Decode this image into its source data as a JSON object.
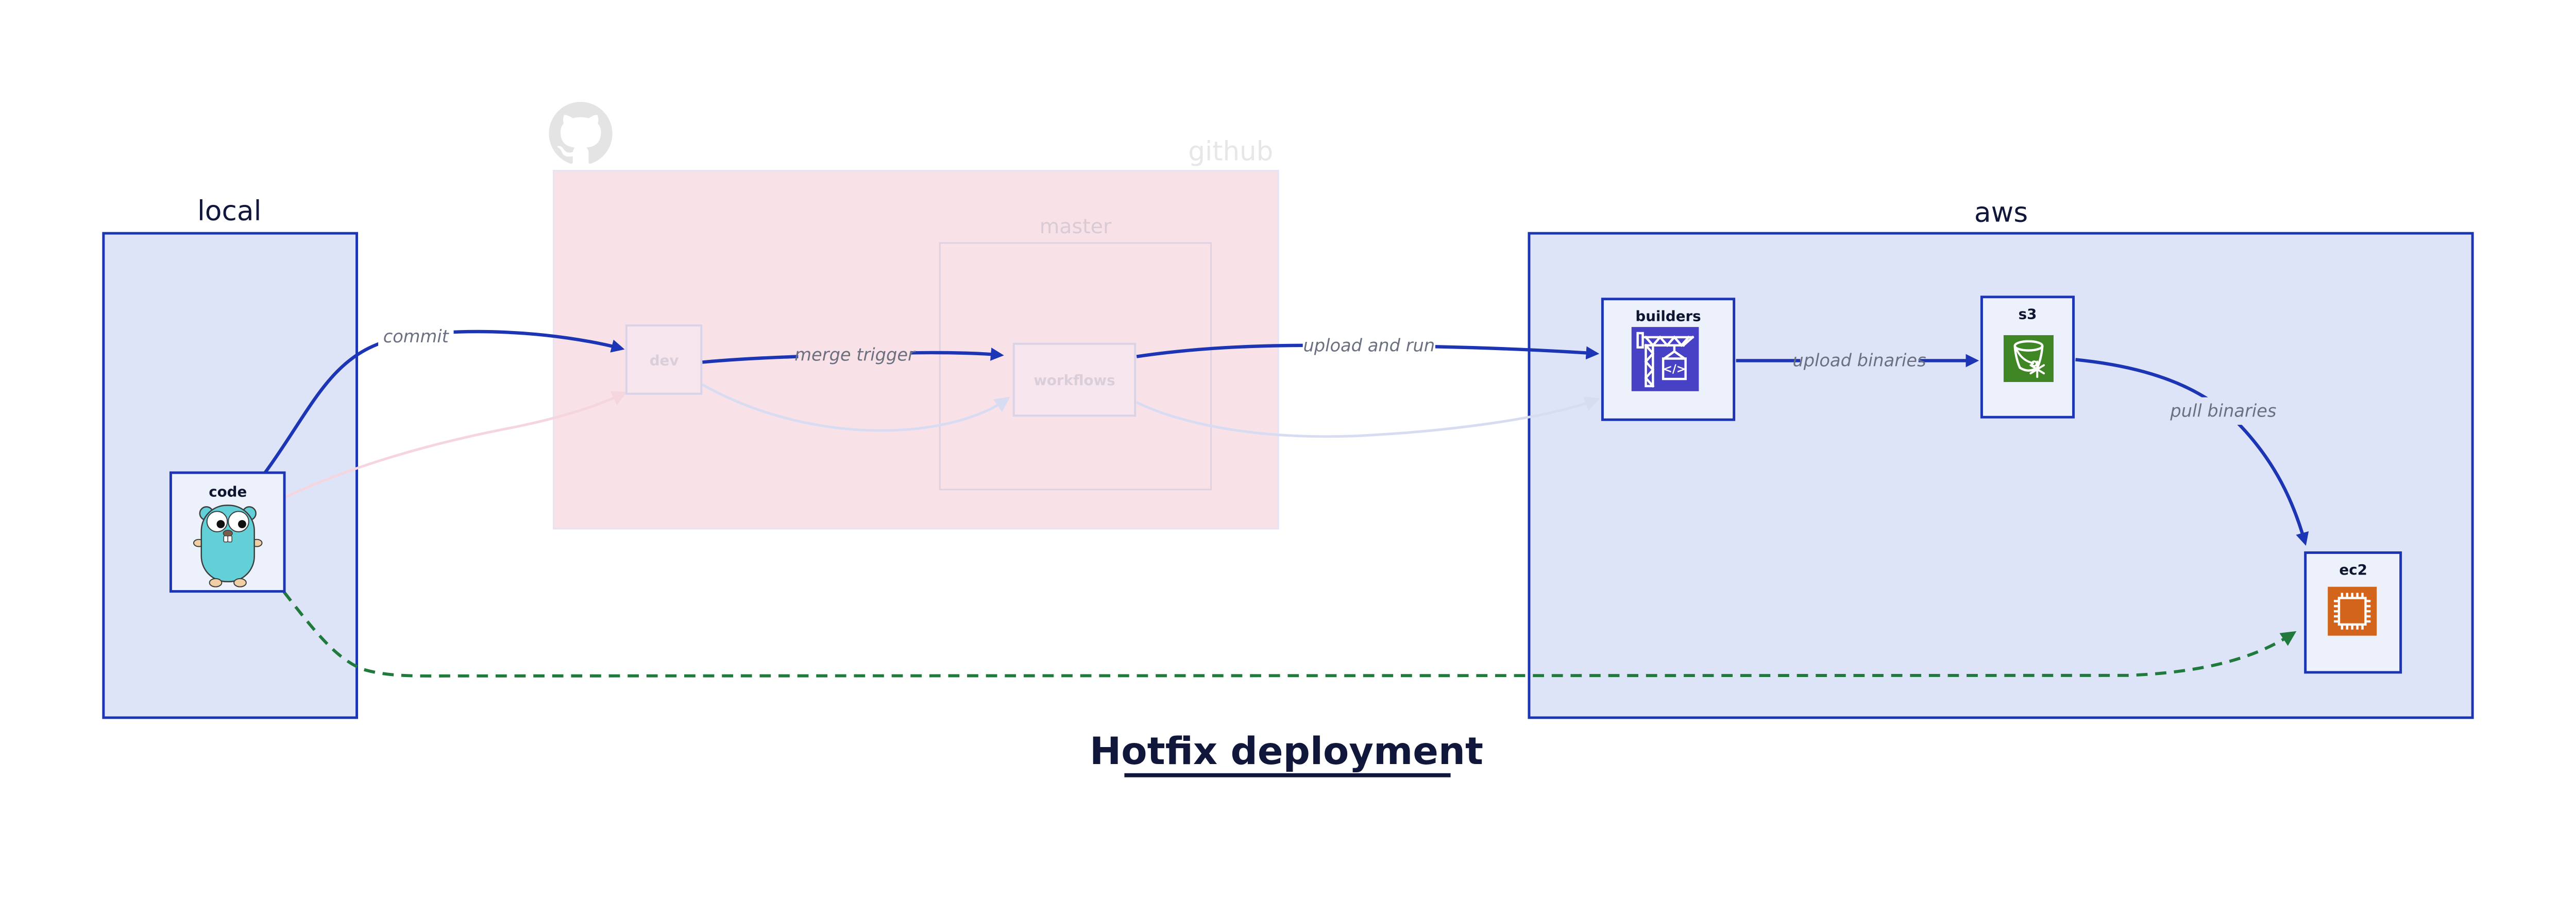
{
  "diagram": {
    "title": "Hotfix deployment",
    "regions": {
      "local": {
        "label": "local"
      },
      "github": {
        "label": "github",
        "master": {
          "label": "master"
        }
      },
      "aws": {
        "label": "aws"
      }
    },
    "nodes": {
      "code": {
        "label": "code",
        "icon": "go-gopher-icon"
      },
      "dev": {
        "label": "dev"
      },
      "workflows": {
        "label": "workflows"
      },
      "builders": {
        "label": "builders",
        "icon": "codebuild-crane-icon",
        "icon_glyph": "</>"
      },
      "s3": {
        "label": "s3",
        "icon": "s3-bucket-snowflake-icon"
      },
      "ec2": {
        "label": "ec2",
        "icon": "ec2-chip-icon"
      }
    },
    "edges": {
      "commit": {
        "label": "commit"
      },
      "merge_trigger": {
        "label": "merge trigger"
      },
      "upload_and_run": {
        "label": "upload and run"
      },
      "upload_binaries": {
        "label": "upload binaries"
      },
      "pull_binaries": {
        "label": "pull binaries"
      }
    },
    "colors": {
      "region_fill_blue": "#dde4f8",
      "region_stroke_blue": "#1b35b5",
      "node_fill": "#edf1fb",
      "github_fill": "#f9e1e8",
      "github_stroke": "#e6e4f4",
      "faded_node_fill": "#f7e6ed",
      "faded_node_stroke": "#d9d3e7",
      "arrow_blue": "#1b35b5",
      "arrow_faded_pink": "#f6d6de",
      "arrow_faded_lavender": "#d7dcf3",
      "arrow_green_dashed": "#1f7a3c",
      "edge_label_gray": "#6a7080",
      "dark_text": "#10173a",
      "faded_text": "#d9ced9",
      "github_label_gray": "#e7e7ea",
      "octocat_gray": "#e4e4e4",
      "codebuild_indigo": "#4641c5",
      "s3_green": "#3f8624",
      "ec2_orange": "#d3641b",
      "gopher_teal": "#63cfd7"
    }
  }
}
